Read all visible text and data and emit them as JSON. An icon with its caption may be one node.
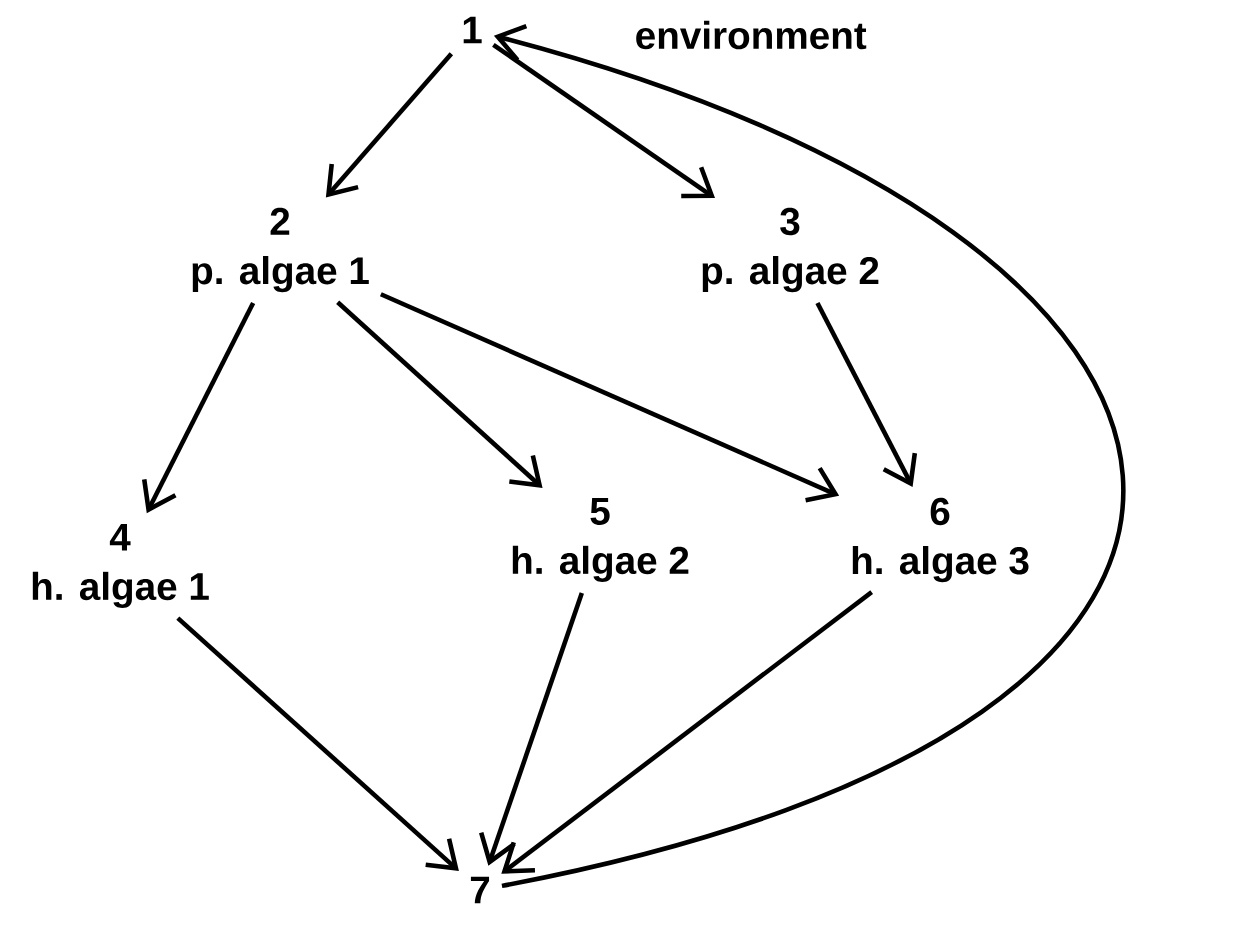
{
  "diagram": {
    "nodes": [
      {
        "text": [
          "1"
        ],
        "beside": [
          "environment"
        ]
      },
      {
        "text": [
          "2",
          "p. algae 1"
        ]
      },
      {
        "text": [
          "3",
          "p. algae 2"
        ]
      },
      {
        "text": [
          "4",
          "h. algae 1"
        ]
      },
      {
        "text": [
          "5",
          "h. algae 2"
        ]
      },
      {
        "text": [
          "6",
          "h. algae 3"
        ]
      },
      {
        "text": [
          "7"
        ]
      }
    ],
    "edges": [
      {
        "from": 0,
        "to": 1,
        "arrow": "to"
      },
      {
        "from": 0,
        "to": 2,
        "arrow": "to"
      },
      {
        "from": 1,
        "to": 3,
        "arrow": "to"
      },
      {
        "from": 1,
        "to": 4,
        "arrow": "to"
      },
      {
        "from": 1,
        "to": 5,
        "arrow": "to"
      },
      {
        "from": 2,
        "to": 5,
        "arrow": "to"
      },
      {
        "from": 3,
        "to": 6,
        "arrow": "to"
      },
      {
        "from": 4,
        "to": 6,
        "arrow": "to"
      },
      {
        "from": 5,
        "to": 6,
        "arrow": "to"
      },
      {
        "from": 6,
        "to": 0,
        "arrow": "to"
      }
    ]
  }
}
